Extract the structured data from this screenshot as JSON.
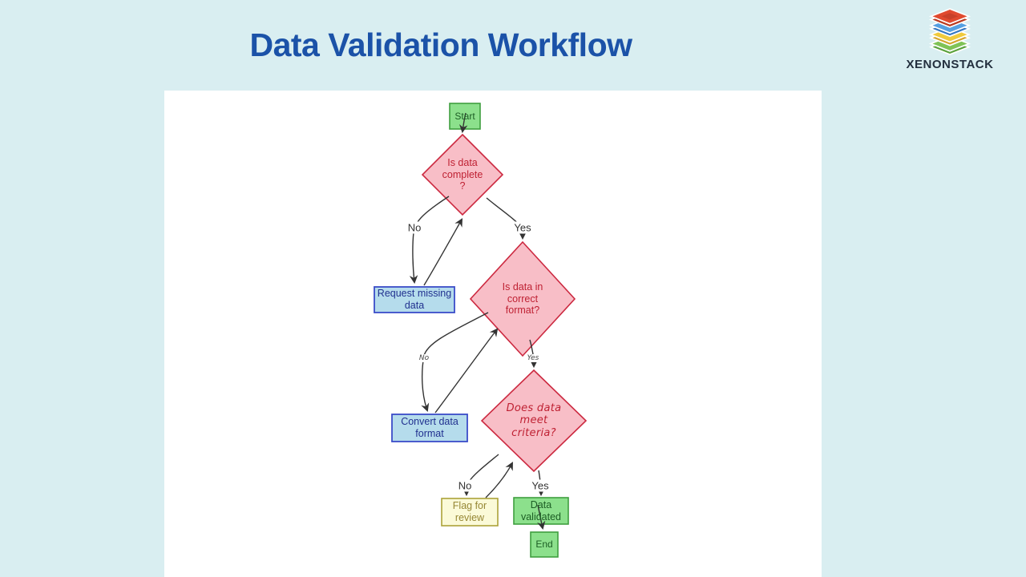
{
  "header": {
    "title": "Data Validation Workflow"
  },
  "logo": {
    "brand": "XENONSTACK"
  },
  "colors": {
    "background": "#d9eef1",
    "panel": "#ffffff",
    "title_text": "#1b52a8",
    "node_green_fill": "#8ce08c",
    "node_green_border": "#3f9e3f",
    "node_green_text": "#1c5e24",
    "decision_pink_fill": "#f8bec7",
    "decision_pink_border": "#cc2940",
    "decision_pink_text": "#bf2133",
    "process_blue_fill": "#b5dcec",
    "process_blue_border": "#3b4cc8",
    "process_blue_text": "#20308f",
    "flag_yellow_fill": "#fbfad8",
    "flag_yellow_border": "#aca239",
    "flag_yellow_text": "#968734",
    "edge_stroke": "#333333",
    "logo_red": "#e04a2f",
    "logo_blue": "#55a0e2",
    "logo_yellow": "#f0ca3c",
    "logo_green": "#80c356"
  },
  "flowchart": {
    "nodes": {
      "start": "Start",
      "is_complete": "Is data\ncomplete\n?",
      "request_missing": "Request missing\ndata",
      "is_format": "Is data in\ncorrect\nformat?",
      "convert_format": "Convert data\nformat",
      "meets_criteria": "Does data\nmeet\ncriteria?",
      "flag_review": "Flag for\nreview",
      "data_validated": "Data\nvalidated",
      "end": "End"
    },
    "edge_labels": {
      "no1": "No",
      "yes1": "Yes",
      "no2": "No",
      "yes2": "Yes",
      "no3": "No",
      "yes3": "Yes"
    }
  }
}
